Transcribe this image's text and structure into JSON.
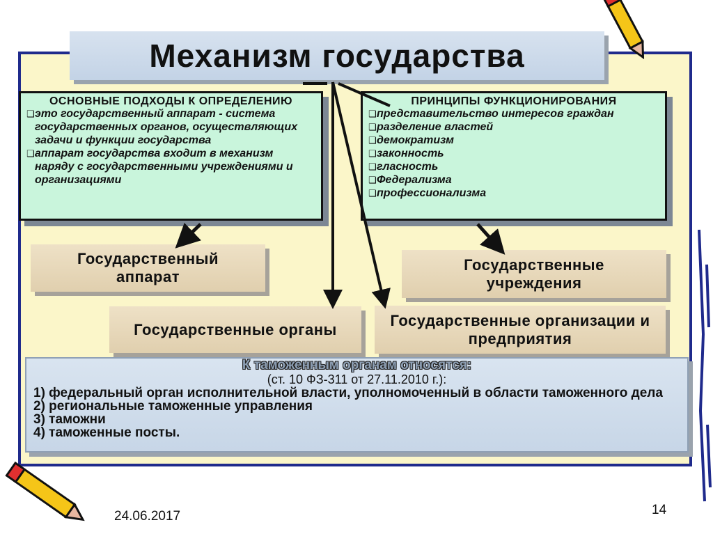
{
  "title": "Механизм государства",
  "approaches": {
    "heading": "ОСНОВНЫЕ ПОДХОДЫ К ОПРЕДЕЛЕНИЮ",
    "items": [
      "это государственный аппарат - система государственных органов, осуществляющих задачи и функции государства",
      "аппарат государства входит в механизм наряду с государственными учреждениями и организациями"
    ]
  },
  "principles": {
    "heading": "ПРИНЦИПЫ ФУНКЦИОНИРОВАНИЯ",
    "items": [
      "представительство интересов граждан",
      "разделение властей",
      "демократизм",
      "законность",
      "гласность",
      "Федерализма",
      "профессионализма"
    ]
  },
  "blocks": {
    "apparatus": "Государственный аппарат",
    "institutions": "Государственные учреждения",
    "bodies": "Государственные органы",
    "organizations": "Государственные организации и предприятия"
  },
  "customs": {
    "heading": "К таможенным органам относятся:",
    "reference": "(ст. 10 ФЗ-311 от 27.11.2010 г.):",
    "items": [
      "1) федеральный орган исполнительной власти, уполномоченный в области таможенного дела",
      "2) региональные таможенные управления",
      "3) таможни",
      "4) таможенные посты."
    ]
  },
  "footer": {
    "date": "24.06.2017",
    "page": "14"
  },
  "colors": {
    "frame_border": "#1f2a8c",
    "frame_fill": "#fbf6c9",
    "green_fill": "#c9f5dc",
    "stone_fill": "#e7d8ba",
    "blue_fill": "#cfdcea"
  },
  "icons": [
    "pencil-icon",
    "checkbox-bullet-icon",
    "arrow-icon"
  ]
}
